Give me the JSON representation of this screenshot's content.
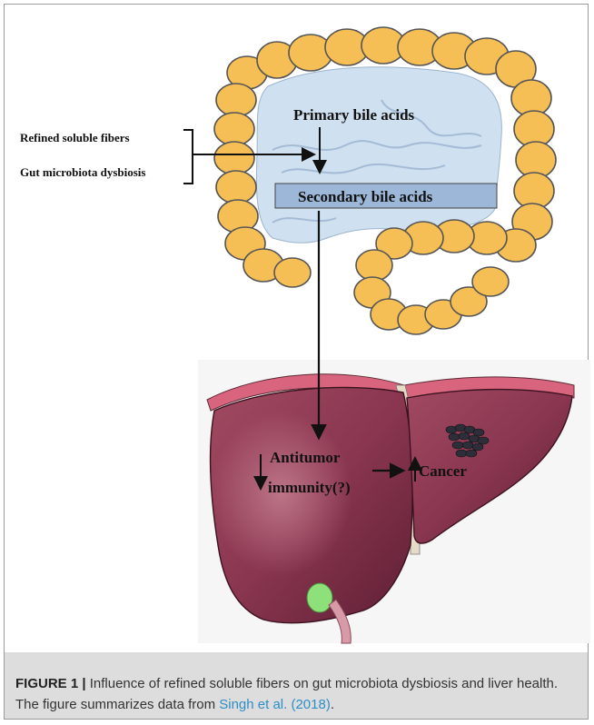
{
  "diagram": {
    "left_labels": [
      "Refined soluble fibers",
      "Gut microbiota dysbiosis"
    ],
    "primary_label": "Primary bile acids",
    "secondary_label": "Secondary bile acids",
    "antitumor_line1": "Antitumor",
    "antitumor_line2": "immunity(?)",
    "cancer_label": "Cancer"
  },
  "caption": {
    "figure_label": "FIGURE 1 |",
    "text": " Influence of refined soluble fibers on gut microbiota dysbiosis and liver health. The figure summarizes data from ",
    "reference": "Singh et al. (2018)",
    "period": "."
  },
  "colors": {
    "colon": "#f6bf55",
    "colon_outline": "#555555",
    "lumen": "#cfe0f0",
    "secondary_band": "#9db7d8",
    "liver": "#8c3a50",
    "liver_dark": "#6a2339",
    "capsule": "#d9647d",
    "gallbladder": "#8ee07a",
    "caption_bg": "#dddddd",
    "reference_link": "#2d8ec7"
  }
}
